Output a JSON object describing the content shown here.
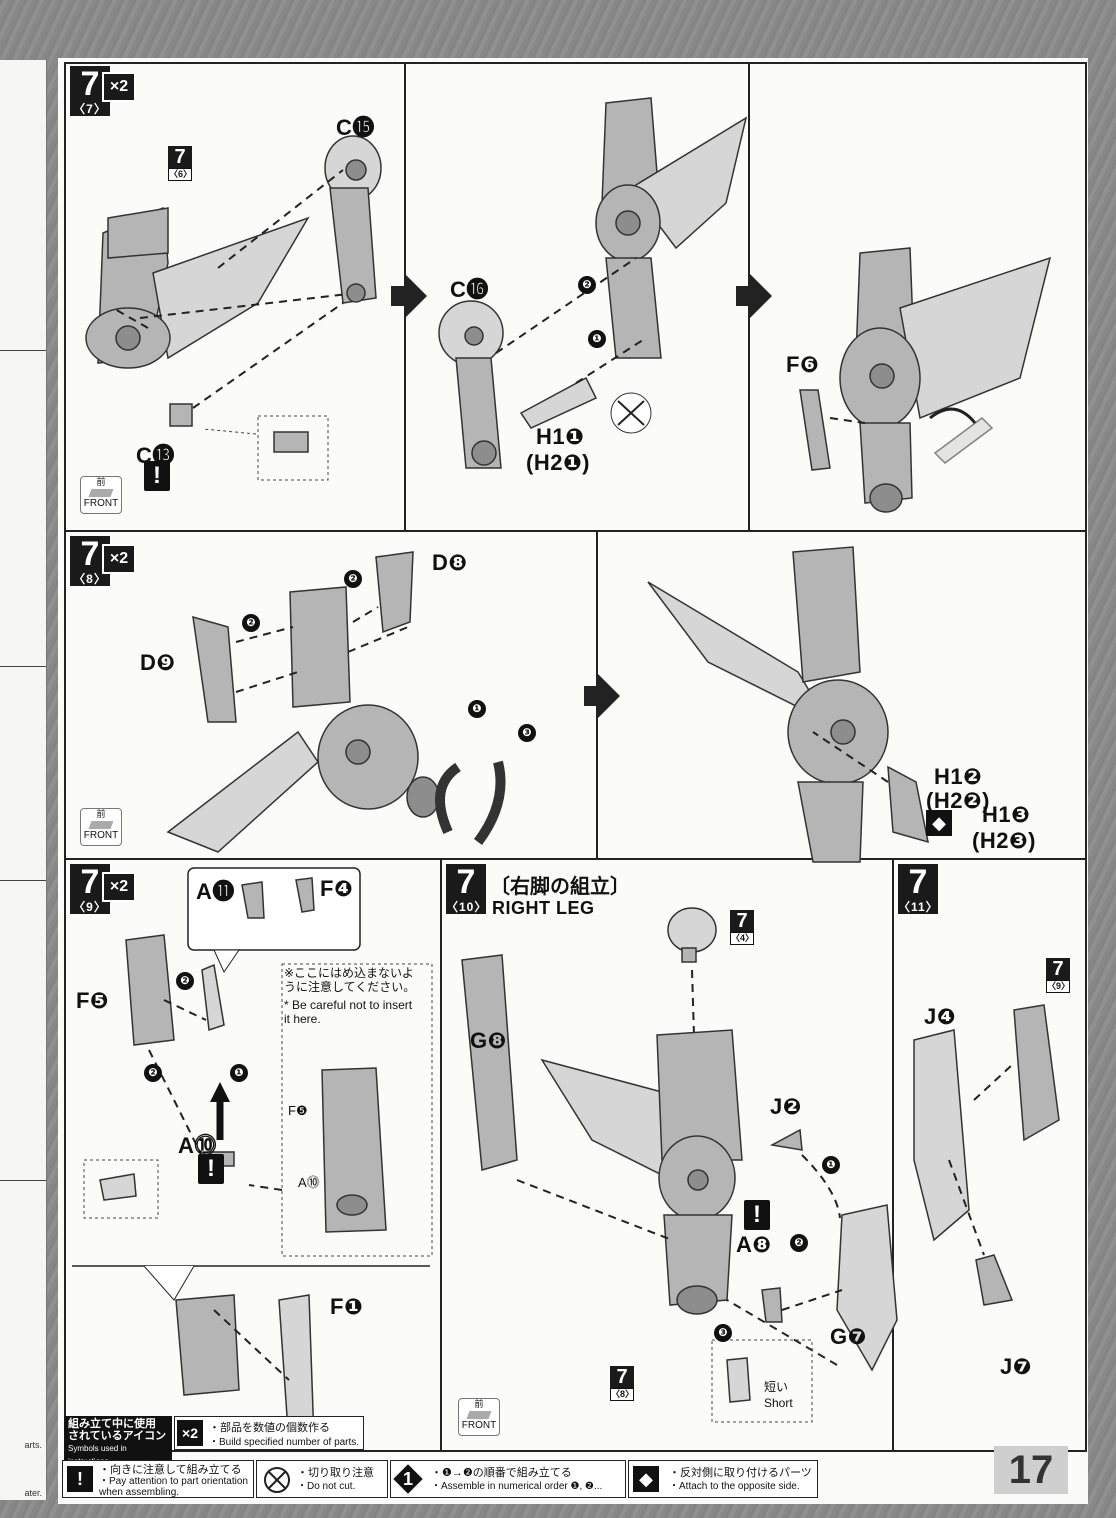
{
  "page_number": "17",
  "prev_page_fragments": {
    "line1": "arts.",
    "line2": "ater."
  },
  "steps": {
    "s7_7": {
      "num": "7",
      "sub": "〈7〉",
      "times": "×2",
      "ref": {
        "num": "7",
        "sub": "〈6〉"
      },
      "parts": {
        "c15": "C⓯",
        "c13": "C⓭",
        "c16": "C⓰",
        "h1_1": "H1❶",
        "h2_1": "(H2❶)",
        "f6": "F❻"
      },
      "order": {
        "one": "❶",
        "two": "❷"
      }
    },
    "s7_8": {
      "num": "7",
      "sub": "〈8〉",
      "times": "×2",
      "parts": {
        "d8": "D❽",
        "d9": "D❾",
        "h1_2": "H1❷",
        "h2_2": "(H2❷)",
        "h1_3": "H1❸",
        "h2_3": "(H2❸)"
      },
      "order": {
        "one": "❶",
        "two": "❷",
        "three": "❸"
      }
    },
    "s7_9": {
      "num": "7",
      "sub": "〈9〉",
      "times": "×2",
      "parts": {
        "a11": "A⓫",
        "f4": "F❹",
        "f5": "F❺",
        "a10": "A⓾",
        "f1": "F❶",
        "f5_small": "F❺",
        "a10_small": "A⓾"
      },
      "caution_jp": "※ここにはめ込まないよ\nうに注意してください。",
      "caution_en": "* Be careful not to insert\n  it here."
    },
    "s7_10": {
      "num": "7",
      "sub": "〈10〉",
      "title_jp": "〔右脚の組立〕",
      "title_en": "RIGHT LEG",
      "ref_top": {
        "num": "7",
        "sub": "〈4〉"
      },
      "ref_bottom": {
        "num": "7",
        "sub": "〈8〉"
      },
      "parts": {
        "g8": "G❽",
        "j2": "J❷",
        "a8": "A❽",
        "g7": "G❼"
      },
      "short_jp": "短い",
      "short_en": "Short"
    },
    "s7_11": {
      "num": "7",
      "sub": "〈11〉",
      "ref": {
        "num": "7",
        "sub": "〈9〉"
      },
      "parts": {
        "j4": "J❹",
        "j7": "J❼"
      }
    }
  },
  "front_label": {
    "kan": "前",
    "en": "FRONT"
  },
  "legend": {
    "header_jp": "組み立て中に使用\nされているアイコン",
    "header_en": "Symbols used in instructions",
    "x2": {
      "icon": "×2",
      "jp": "・部品を数値の個数作る",
      "en": "・Build specified number of parts."
    },
    "caution": {
      "icon": "!",
      "jp": "・向きに注意して組み立てる",
      "en": "・Pay attention to part orientation\n  when assembling."
    },
    "nocut": {
      "jp": "・切り取り注意",
      "en": "・Do not cut."
    },
    "order": {
      "icon": "1",
      "jp": "・❶→❷の順番で組み立てる",
      "en": "・Assemble in numerical order ❶, ❷..."
    },
    "opposite": {
      "jp": "・反対側に取り付けるパーツ",
      "en": "・Attach to the opposite side."
    }
  },
  "colors": {
    "ink": "#111111",
    "paper": "#fbfbf9",
    "part_gray": "#b5b5b5"
  }
}
